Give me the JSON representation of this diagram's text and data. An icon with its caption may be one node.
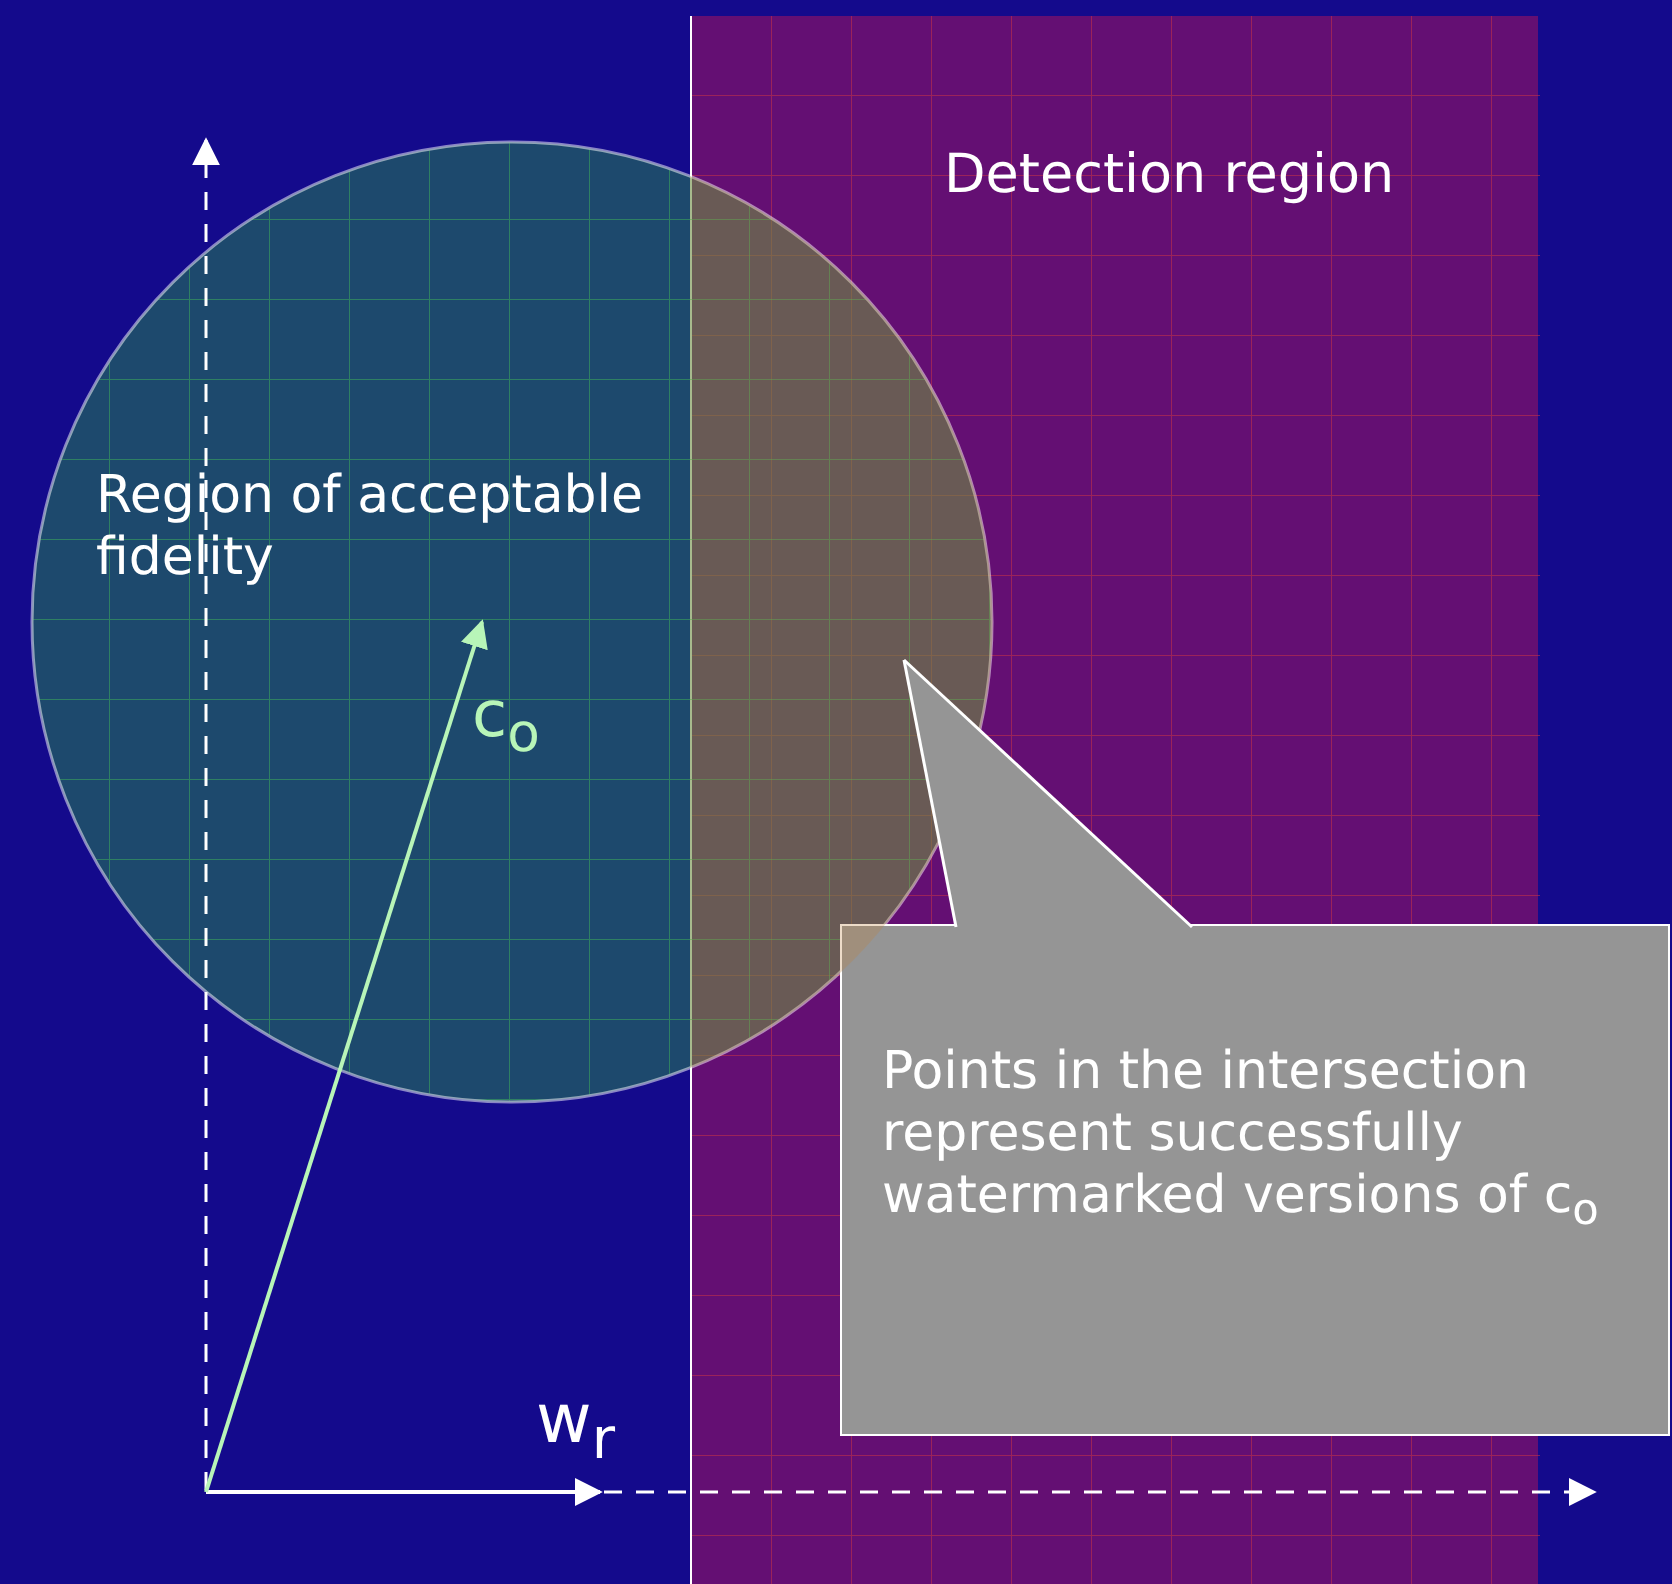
{
  "diagram": {
    "nodes": [
      {
        "text": [
          "Detection region"
        ]
      },
      {
        "text": [
          "Region of acceptable fidelity"
        ]
      },
      {
        "text": [
          "Points in the intersection represent successfully watermarked versions of c$_{o}$"
        ]
      },
      {
        "text": [],
        "shape": "lens"
      }
    ],
    "edges": [
      {
        "from": 2,
        "to": 3,
        "arrow": "none"
      }
    ],
    "labels": [
      "c$_{o}$",
      "w$_{r}$"
    ]
  }
}
